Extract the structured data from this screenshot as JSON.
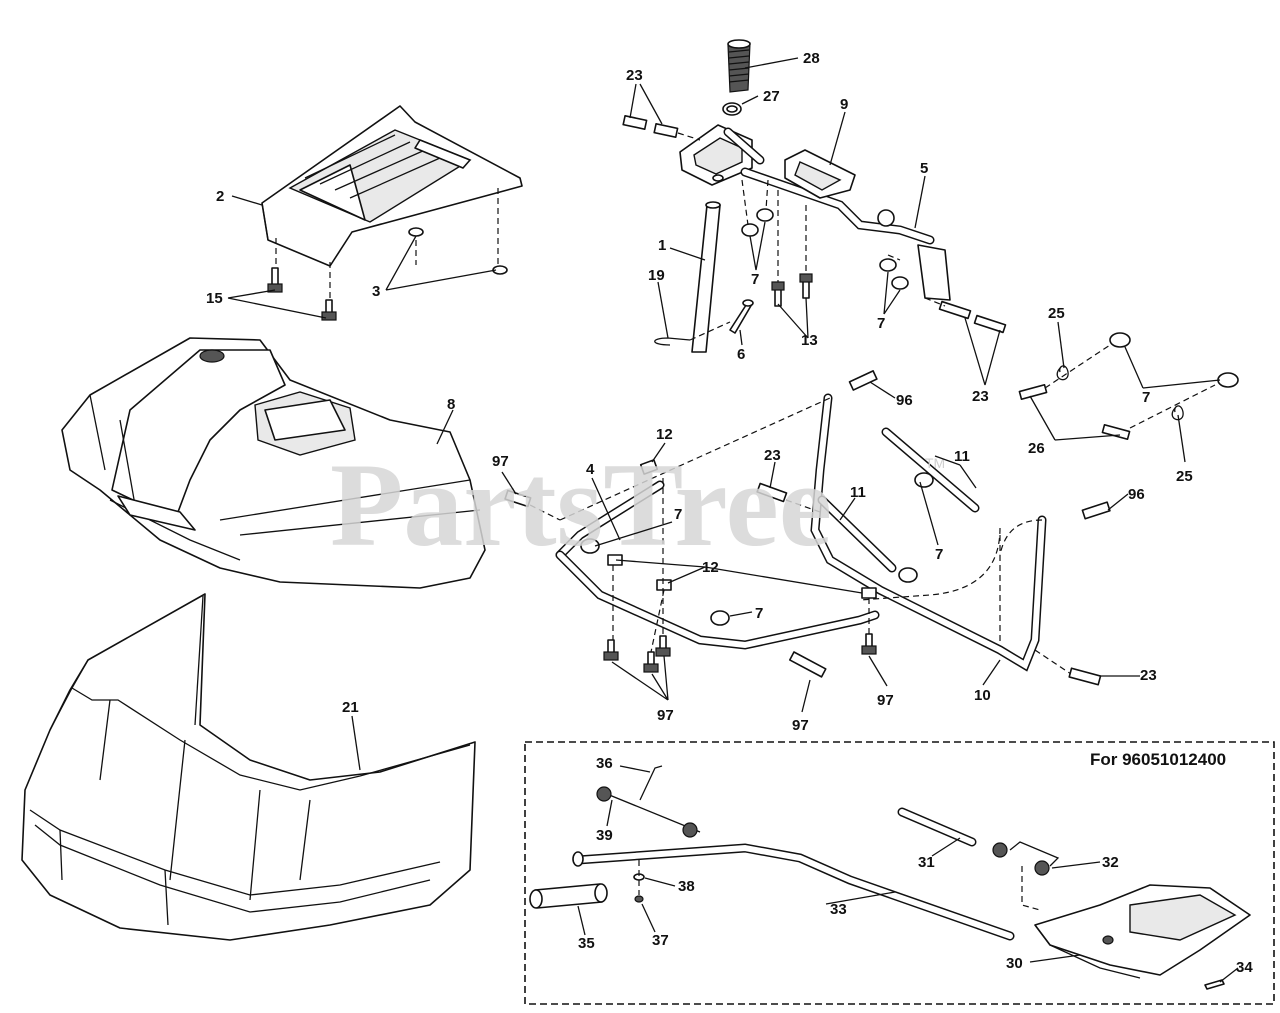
{
  "watermark": {
    "text": "PartsTree",
    "tm": "TM"
  },
  "inset": {
    "title": "For 96051012400"
  },
  "labels": {
    "l28": "28",
    "l27": "27",
    "l23a": "23",
    "l9": "9",
    "l5": "5",
    "l2": "2",
    "l3": "3",
    "l15": "15",
    "l1": "1",
    "l19": "19",
    "l6": "6",
    "l7a": "7",
    "l13": "13",
    "l7b": "7",
    "l23b": "23",
    "l25a": "25",
    "l7c": "7",
    "l26": "26",
    "l25b": "25",
    "l8": "8",
    "l96a": "96",
    "l12a": "12",
    "l97a": "97",
    "l4": "4",
    "l23c": "23",
    "l11a": "11",
    "l11b": "11",
    "l7d": "7",
    "l7e": "7",
    "l96b": "96",
    "l12b": "12",
    "l7f": "7",
    "l23d": "23",
    "l97b": "97",
    "l97c": "97",
    "l97d": "97",
    "l10": "10",
    "l21": "21",
    "l36": "36",
    "l39": "39",
    "l38": "38",
    "l31": "31",
    "l32": "32",
    "l33": "33",
    "l35": "35",
    "l37": "37",
    "l30": "30",
    "l34": "34"
  }
}
